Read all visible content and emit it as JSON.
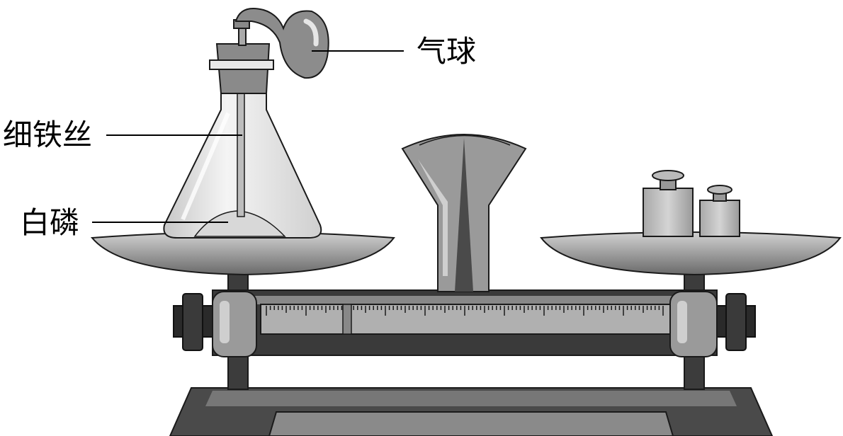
{
  "labels": {
    "balloon": "气球",
    "iron_wire": "细铁丝",
    "white_phosphorus": "白磷"
  },
  "colors": {
    "outline": "#1a1a1a",
    "dark_metal": "#3c3c3c",
    "mid_metal": "#8c8c8c",
    "light_metal": "#c4c4c4",
    "glass": "#e6e6e6"
  }
}
